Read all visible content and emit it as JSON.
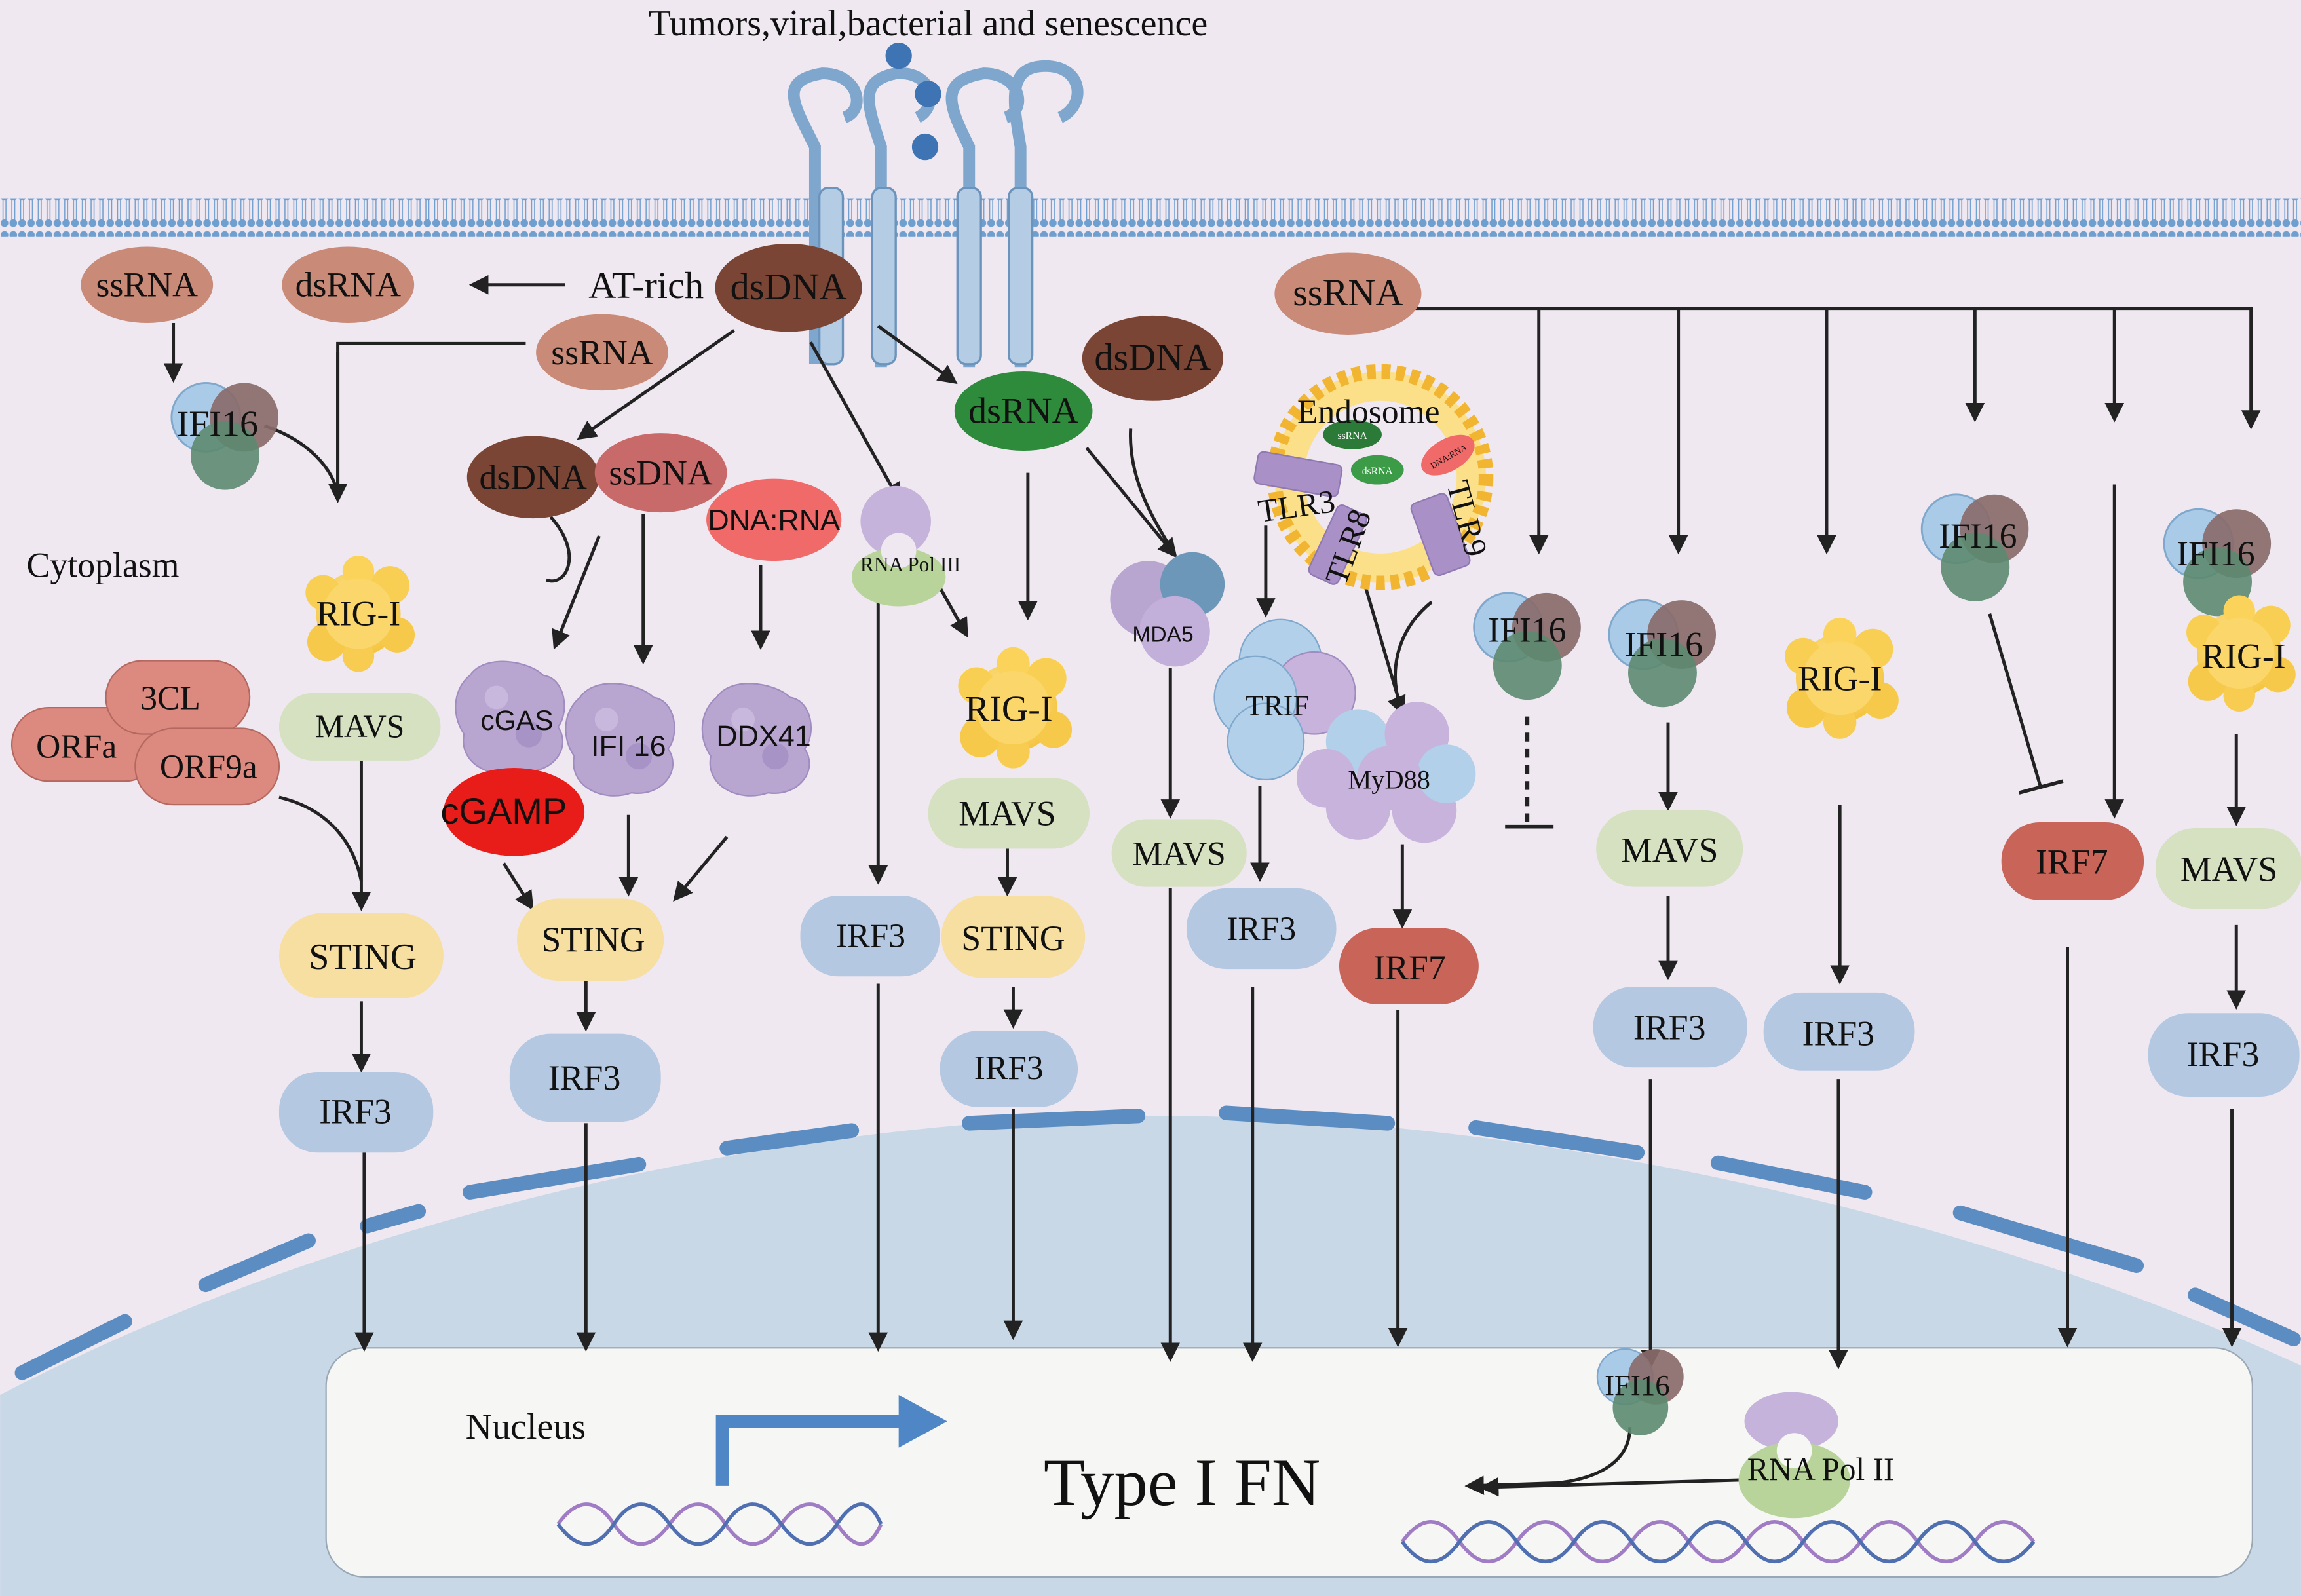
{
  "title": "Tumors,viral,bacterial and senescence",
  "regions": {
    "cytoplasm": "Cytoplasm",
    "nucleus": "Nucleus",
    "endosome": "Endosome"
  },
  "output": "Type I FN",
  "labels": {
    "ssrna": "ssRNA",
    "dsrna": "dsRNA",
    "dsdna": "dsDNA",
    "ssdna": "ssDNA",
    "at_rich": "AT-rich",
    "ifi16": "IFI16",
    "ifi16_spaced": "IFI 16",
    "rigi": "RIG-I",
    "mavs": "MAVS",
    "sting": "STING",
    "irf3": "IRF3",
    "irf7": "IRF7",
    "cgas": "cGAS",
    "cgamp": "cGAMP",
    "ddx41": "DDX41",
    "dna_rna": "DNA:RNA",
    "rna_pol_iii": "RNA Pol III",
    "rna_pol_ii": "RNA Pol II",
    "mda5": "MDA5",
    "trif": "TRIF",
    "myd88": "MyD88",
    "tlr3": "TLR3",
    "tlr8": "TLR8",
    "tlr9": "TLR9",
    "orfa": "ORFa",
    "cl3": "3CL",
    "orf9a": "ORF9a"
  },
  "colors": {
    "background": "#efe8f1",
    "nucleus_fill": "#c8d8e7",
    "membrane": "#6f9fcf",
    "rna_brown": "#c98a78",
    "dsdna_dark": "#7a4535",
    "dsrna_green": "#2e8b3c",
    "dna_rna_red": "#ef6a68",
    "cgamp_red": "#e81c18",
    "sting_yellow": "#f6dfa0",
    "mavs_green": "#d5e1c0",
    "irf3_blue": "#b5c8e1",
    "irf7_red": "#c86458",
    "orf_pink": "#dc8a80",
    "rigi_yellow": "#fbd35a",
    "protein_purple": "#b9a6d0",
    "ifi16_blue": "#a9cbe8",
    "ifi16_brown": "#8a6b6a",
    "ifi16_green": "#5d8a70"
  }
}
